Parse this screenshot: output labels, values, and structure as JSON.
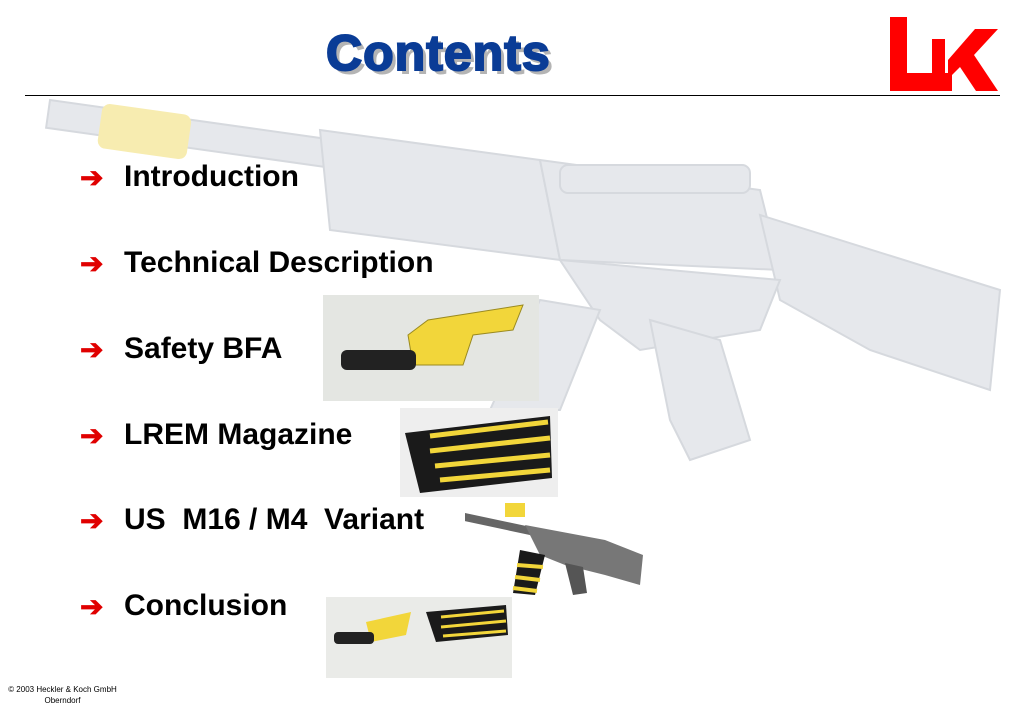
{
  "title": "Contents",
  "logo": {
    "text": "HK",
    "color": "#ff0000"
  },
  "items": [
    {
      "label": "Introduction",
      "icon": "arrow-right-icon"
    },
    {
      "label": "Technical Description",
      "icon": "arrow-right-icon"
    },
    {
      "label": "Safety BFA",
      "icon": "arrow-right-icon"
    },
    {
      "label": "LREM Magazine",
      "icon": "arrow-right-icon"
    },
    {
      "label": "US  M16 / M4  Variant",
      "icon": "arrow-right-icon"
    },
    {
      "label": "Conclusion",
      "icon": "arrow-right-icon"
    }
  ],
  "footer": {
    "line1": "© 2003 Heckler & Koch GmbH",
    "line2": "Oberndorf"
  },
  "colors": {
    "title": "#0a3c96",
    "arrow": "#e00000",
    "accent_yellow": "#f2d63a"
  }
}
